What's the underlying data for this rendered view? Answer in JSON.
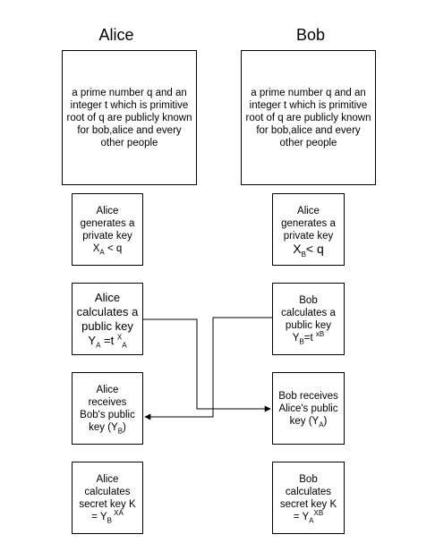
{
  "headers": {
    "alice": "Alice",
    "bob": "Bob"
  },
  "alice": {
    "intro": "a prime number q and an integer t which is primitive root of q are publicly known for bob,alice and every other people",
    "step1": {
      "text": "Alice generates a private key",
      "f_pre": "X",
      "f_sub": "A",
      "f_post": " < q"
    },
    "step2": {
      "text": "Alice calculates a public key",
      "f_pre": "Y",
      "f_sub": "A",
      "f_mid": " =t ",
      "f_sup": "X",
      "f_sub2": "A"
    },
    "step3": {
      "text": "Alice receives Bob's public key (Y",
      "f_sub": "B",
      "f_post": ")"
    },
    "step4": {
      "text": "Alice calculates secret key K",
      "f_pre": "= Y",
      "f_sub": "B",
      "f_sup": " XA"
    }
  },
  "bob": {
    "intro": "a prime number q and an integer t which is primitive root of q are publicly known for bob,alice and every other people",
    "step1": {
      "text": "Alice generates a private key",
      "f_pre": "X",
      "f_sub": "B",
      "f_post": "< q"
    },
    "step2": {
      "text": "Bob calculates a public key",
      "f_pre": "Y",
      "f_sub": "B",
      "f_mid": "=t ",
      "f_sup": "xB"
    },
    "step3": {
      "text": "Bob receives Alice's public key (Y",
      "f_sub": "A",
      "f_post": ")"
    },
    "step4": {
      "text": "Bob calculates secret key K",
      "f_pre": "= Y",
      "f_sub": "A",
      "f_sup": "XB"
    }
  }
}
